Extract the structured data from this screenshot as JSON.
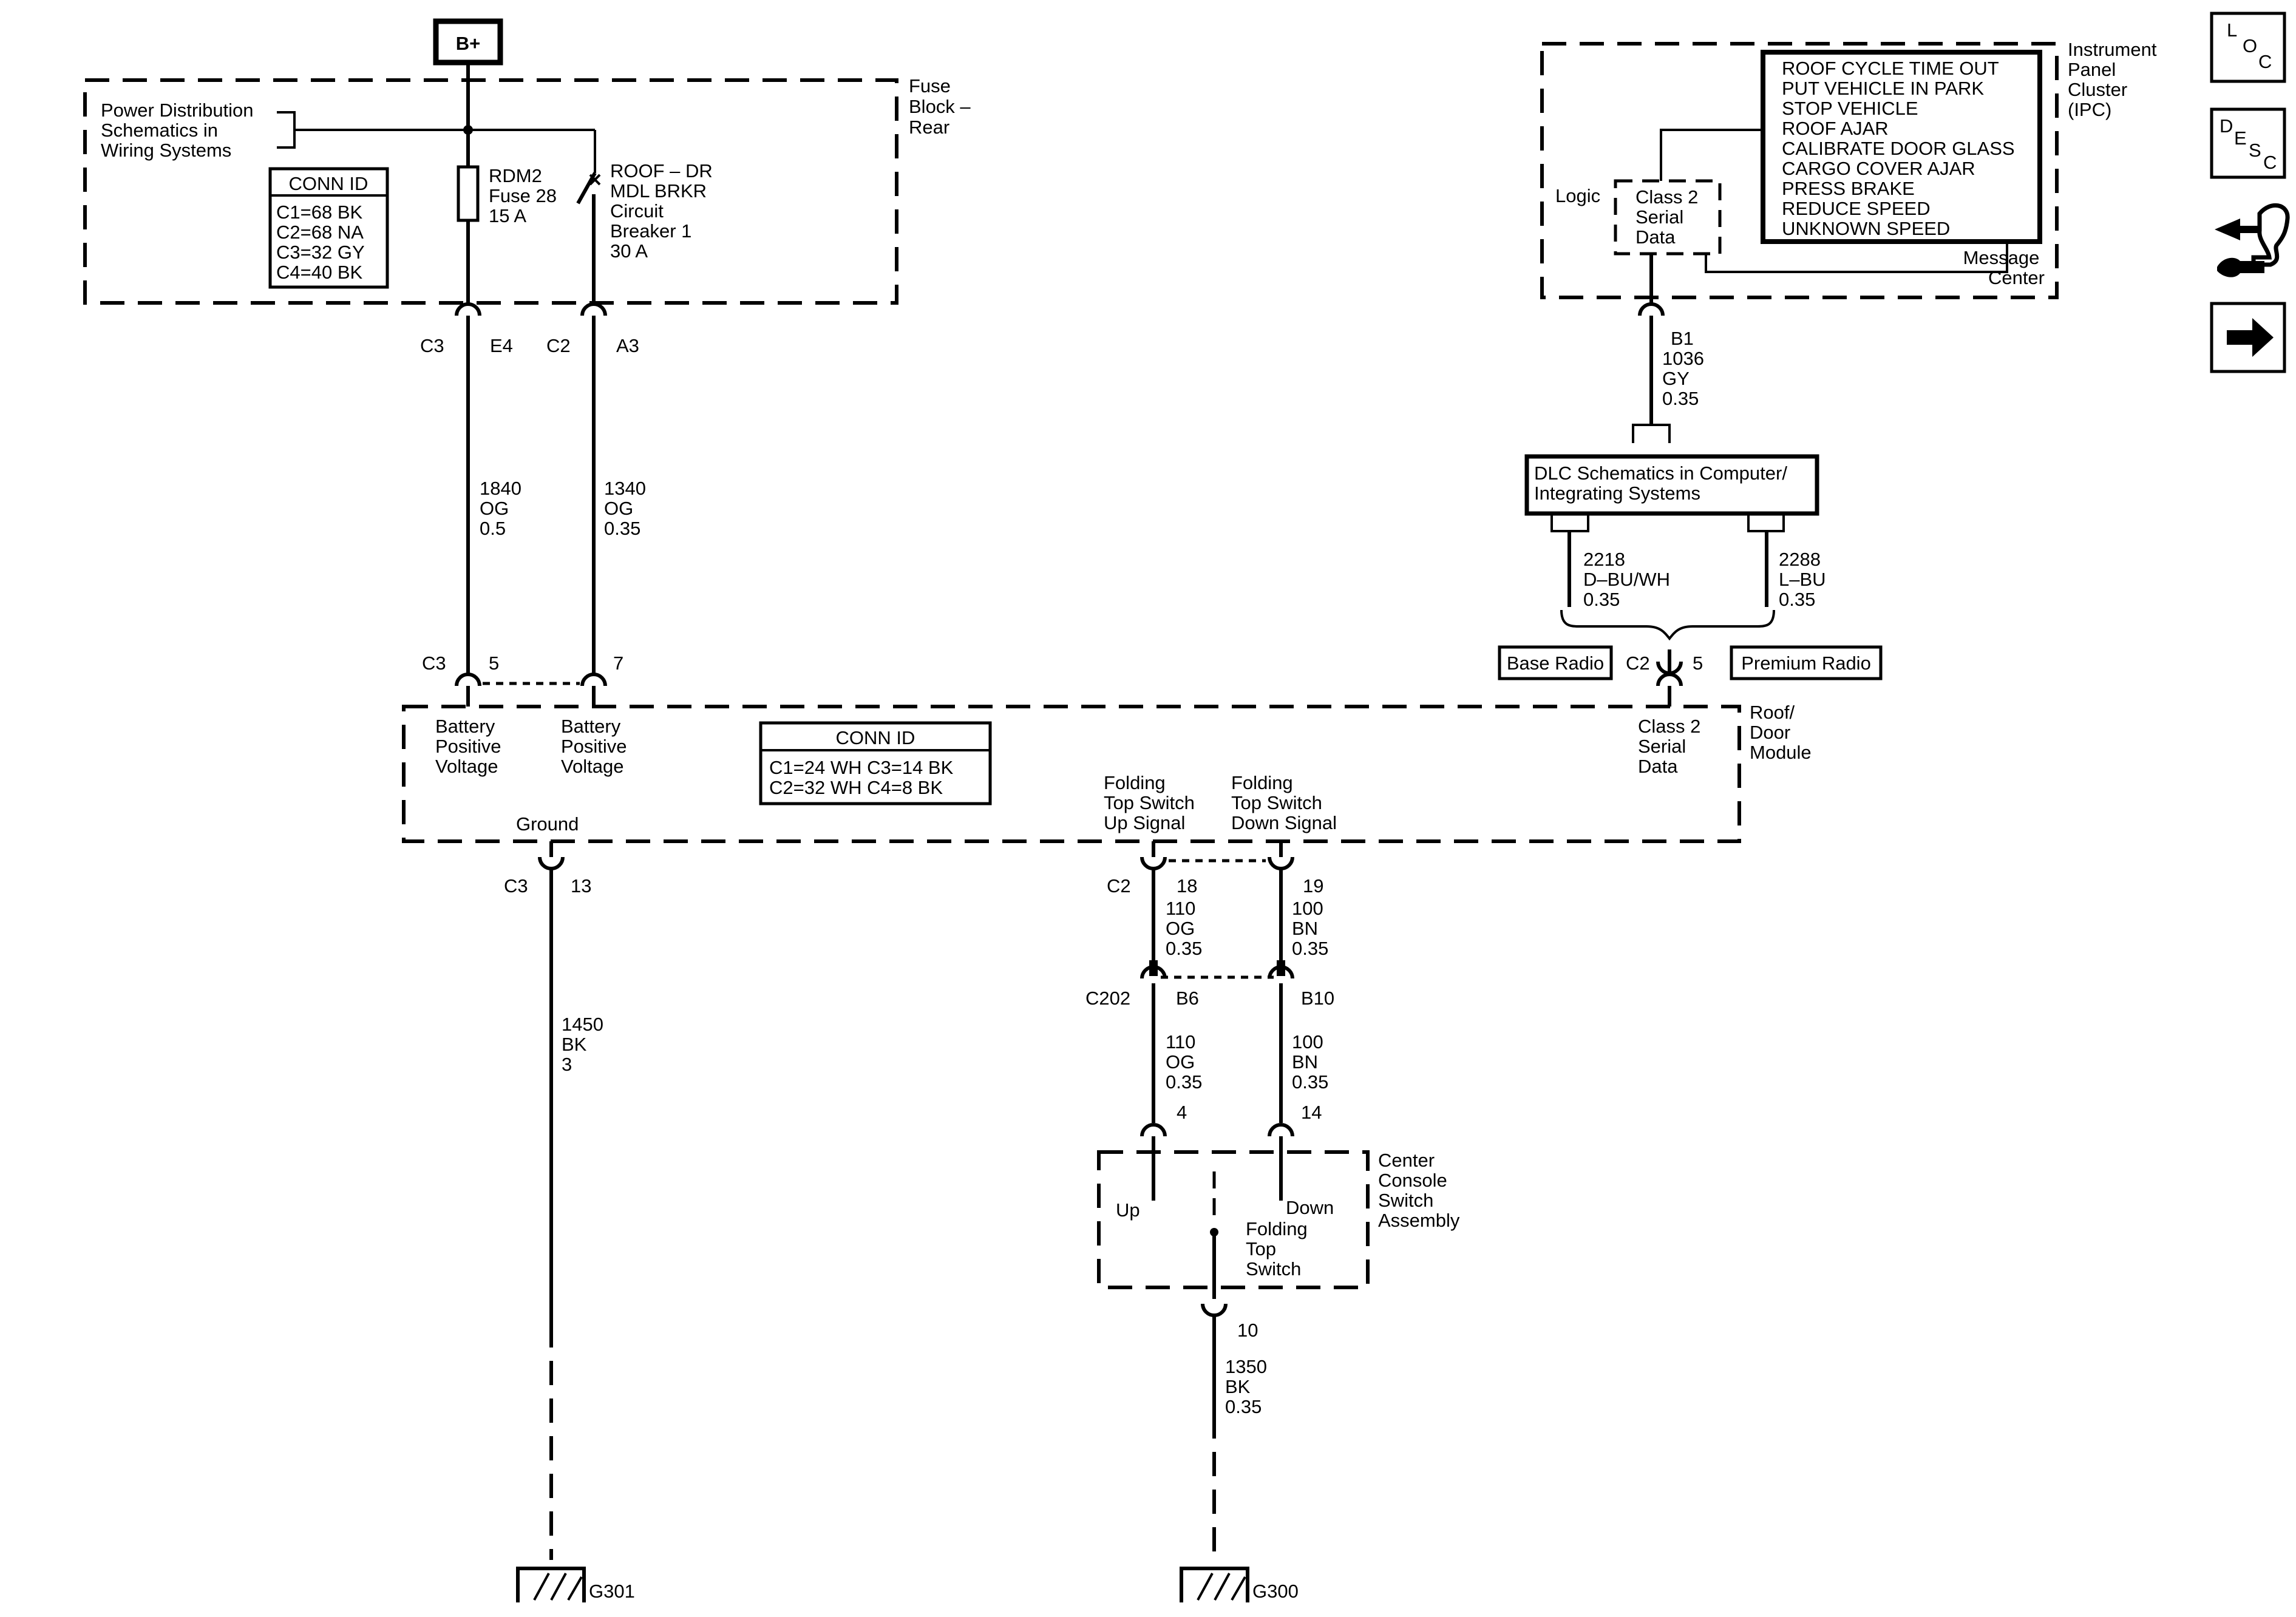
{
  "power": {
    "label": "B+"
  },
  "fuse_block": {
    "name": "Fuse Block – Rear",
    "name_lines": [
      "Fuse",
      "Block –",
      "Rear"
    ],
    "pds_lines": [
      "Power Distribution",
      "Schematics in",
      "Wiring Systems"
    ],
    "conn_id": {
      "title": "CONN ID",
      "rows": [
        "C1=68 BK",
        "C2=68 NA",
        "C3=32 GY",
        "C4=40 BK"
      ]
    },
    "fuse_lines": [
      "RDM2",
      "Fuse 28",
      "15 A"
    ],
    "breaker_lines": [
      "ROOF – DR",
      "MDL BRKR",
      "Circuit",
      "Breaker 1",
      "30 A"
    ],
    "out_pins": [
      {
        "connector": "C3",
        "pin": "E4"
      },
      {
        "connector": "C2",
        "pin": "A3"
      }
    ]
  },
  "wires": {
    "w1840": [
      "1840",
      "OG",
      "0.5"
    ],
    "w1340": [
      "1340",
      "OG",
      "0.35"
    ],
    "w1036": [
      "1036",
      "GY",
      "0.35"
    ],
    "w2218": [
      "2218",
      "D–BU/WH",
      "0.35"
    ],
    "w2288": [
      "2288",
      "L–BU",
      "0.35"
    ],
    "w1450": [
      "1450",
      "BK",
      "3"
    ],
    "w110a": [
      "110",
      "OG",
      "0.35"
    ],
    "w100a": [
      "100",
      "BN",
      "0.35"
    ],
    "w110b": [
      "110",
      "OG",
      "0.35"
    ],
    "w100b": [
      "100",
      "BN",
      "0.35"
    ],
    "w1350": [
      "1350",
      "BK",
      "0.35"
    ]
  },
  "ipc": {
    "name_lines": [
      "Instrument",
      "Panel",
      "Cluster",
      "(IPC)"
    ],
    "logic": "Logic",
    "serial_lines": [
      "Class 2",
      "Serial",
      "Data"
    ],
    "messages": [
      "ROOF CYCLE TIME OUT",
      "PUT VEHICLE IN PARK",
      "STOP VEHICLE",
      "ROOF AJAR",
      "CALIBRATE DOOR GLASS",
      "CARGO COVER AJAR",
      "PRESS BRAKE",
      "REDUCE SPEED",
      "UNKNOWN SPEED"
    ],
    "message_center_lines": [
      "Message",
      "Center"
    ],
    "pin": "B1"
  },
  "dlc": {
    "lines": [
      "DLC Schematics in Computer/",
      "Integrating Systems"
    ]
  },
  "radios": {
    "base": "Base Radio",
    "premium": "Premium Radio",
    "connector": "C2",
    "pin": "5"
  },
  "rdm": {
    "name_lines": [
      "Roof/",
      "Door",
      "Module"
    ],
    "in_pins": [
      {
        "connector": "C3",
        "pin": "5"
      },
      {
        "pin": "7"
      }
    ],
    "bpv_lines": [
      "Battery",
      "Positive",
      "Voltage"
    ],
    "conn_id": {
      "title": "CONN ID",
      "rows": [
        "C1=24 WH  C3=14 BK",
        "C2=32 WH  C4=8 BK"
      ]
    },
    "serial_lines": [
      "Class 2",
      "Serial",
      "Data"
    ],
    "ground": "Ground",
    "up_signal_lines": [
      "Folding",
      "Top Switch",
      "Up Signal"
    ],
    "down_signal_lines": [
      "Folding",
      "Top Switch",
      "Down Signal"
    ],
    "ground_pin": {
      "connector": "C3",
      "pin": "13"
    },
    "switch_pins": {
      "connector": "C2",
      "up": "18",
      "down": "19"
    }
  },
  "c202": {
    "connector": "C202",
    "up": "B6",
    "down": "B10"
  },
  "console": {
    "name_lines": [
      "Center",
      "Console",
      "Switch",
      "Assembly"
    ],
    "pin_up": "4",
    "pin_down": "14",
    "up": "Up",
    "down": "Down",
    "switch_lines": [
      "Folding",
      "Top",
      "Switch"
    ],
    "ground_pin": "10"
  },
  "grounds": {
    "g301": "G301",
    "g300": "G300"
  },
  "nav": {
    "loc": [
      "L",
      "O",
      "C"
    ],
    "desc": [
      "D",
      "E",
      "S",
      "C"
    ],
    "tool_icon": "connector-tool-icon",
    "next_icon": "right-arrow-icon"
  }
}
